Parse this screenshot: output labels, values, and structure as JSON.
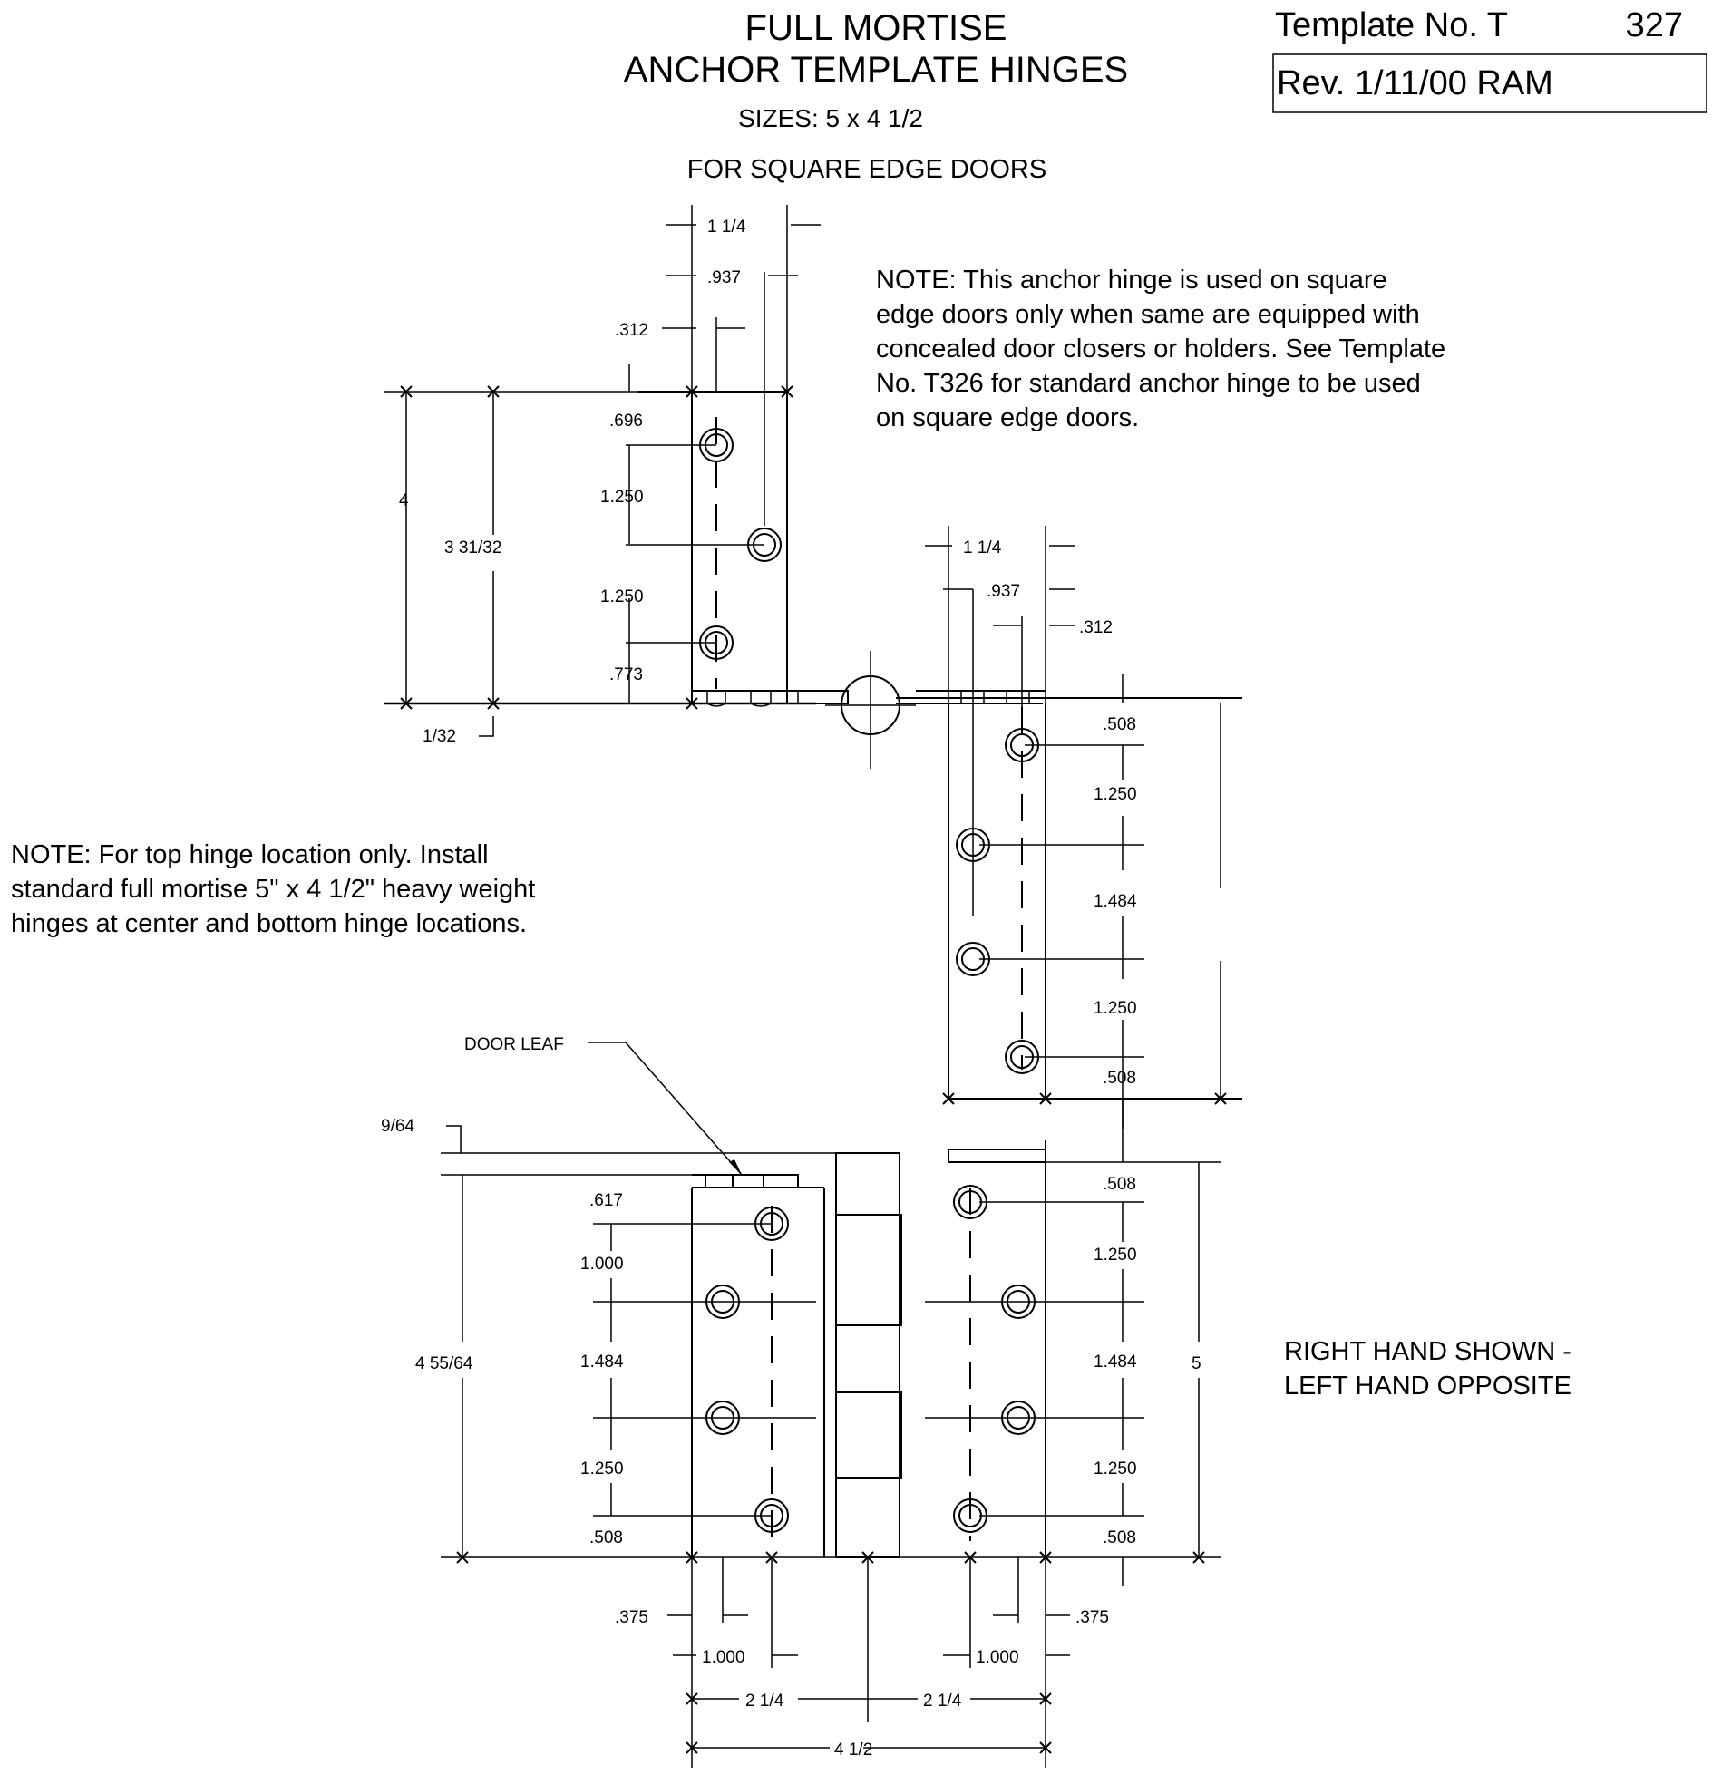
{
  "title": {
    "line1": "FULL MORTISE",
    "line2": "ANCHOR TEMPLATE HINGES",
    "sizes": "SIZES:  5 x 4 1/2",
    "door_type": "FOR SQUARE EDGE DOORS"
  },
  "template_box": {
    "label": "Template No. T",
    "number": "327",
    "revision": "Rev.   1/11/00 RAM"
  },
  "notes": {
    "anchor": [
      "NOTE:  This anchor hinge is used on square",
      "edge doors only when same are equipped with",
      "concealed door closers or holders.  See Template",
      "No. T326 for standard anchor hinge to be used",
      "on square edge doors."
    ],
    "top_hinge": [
      "NOTE:  For top hinge location only.  Install",
      "standard full mortise 5\" x 4 1/2\" heavy weight",
      "hinges at center and bottom hinge locations."
    ],
    "hand": [
      "RIGHT HAND SHOWN -",
      "LEFT HAND OPPOSITE"
    ],
    "door_leaf": "DOOR LEAF"
  },
  "dimensions": {
    "top_leaf": {
      "width_1_1_4": "1 1/4",
      "d_937": ".937",
      "d_312": ".312",
      "d_696": ".696",
      "d_1250_a": "1.250",
      "d_1250_b": "1.250",
      "d_773": ".773",
      "d_1_32": "1/32",
      "height_4": "4",
      "height_3_31_32": "3 31/32"
    },
    "right_leaf": {
      "width_1_1_4": "1 1/4",
      "d_937": ".937",
      "d_312": ".312",
      "d_508_a": ".508",
      "d_1250_a": "1.250",
      "d_1484": "1.484",
      "d_1250_b": "1.250",
      "d_508_b": ".508"
    },
    "front": {
      "d_9_64": "9/64",
      "d_617": ".617",
      "d_1000": "1.000",
      "d_1484_l": "1.484",
      "d_1250_l": "1.250",
      "d_508_l": ".508",
      "height_4_55_64": "4 55/64",
      "d_508_r_top": ".508",
      "d_1250_r_a": "1.250",
      "d_1484_r": "1.484",
      "d_1250_r_b": "1.250",
      "d_508_r_bot": ".508",
      "height_5": "5",
      "d_375_l": ".375",
      "d_375_r": ".375",
      "d_1000_l": "1.000",
      "d_1000_r": "1.000",
      "d_2_1_4_l": "2 1/4",
      "d_2_1_4_r": "2 1/4",
      "width_4_1_2": "4 1/2"
    }
  }
}
